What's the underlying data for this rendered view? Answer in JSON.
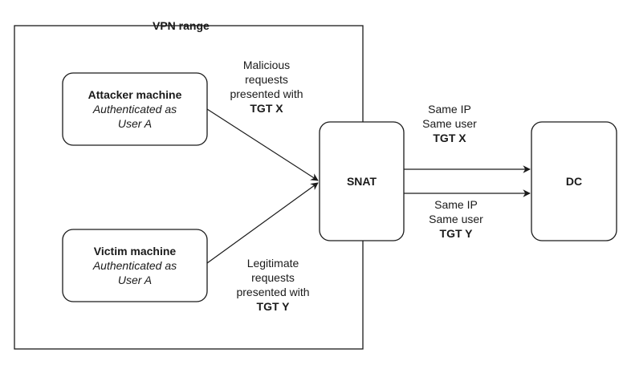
{
  "diagram": {
    "container": {
      "title": "VPN range"
    },
    "nodes": {
      "attacker": {
        "title": "Attacker machine",
        "line1": "Authenticated as",
        "line2": "User A"
      },
      "victim": {
        "title": "Victim machine",
        "line1": "Authenticated as",
        "line2": "User A"
      },
      "snat": {
        "title": "SNAT"
      },
      "dc": {
        "title": "DC"
      }
    },
    "edges": {
      "attacker_to_snat": {
        "line1": "Malicious",
        "line2": "requests",
        "line3": "presented with",
        "ticket": "TGT X"
      },
      "victim_to_snat": {
        "line1": "Legitimate",
        "line2": "requests",
        "line3": "presented with",
        "ticket": "TGT Y"
      },
      "snat_to_dc_x": {
        "line1": "Same IP",
        "line2": "Same user",
        "ticket": "TGT X"
      },
      "snat_to_dc_y": {
        "line1": "Same IP",
        "line2": "Same user",
        "ticket": "TGT Y"
      }
    },
    "colors": {
      "stroke": "#1a1a1a",
      "background": "#ffffff"
    }
  }
}
